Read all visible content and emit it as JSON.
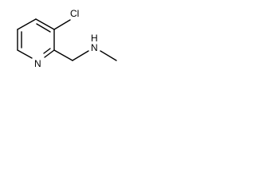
{
  "molecule": {
    "atoms": {
      "chlorine": "Cl",
      "ring_nitrogen": "N",
      "amine_nitrogen": "N",
      "amine_hydrogen": "H"
    }
  },
  "colors": {
    "bond": "#000000",
    "label": "#000000",
    "background": "#ffffff"
  }
}
